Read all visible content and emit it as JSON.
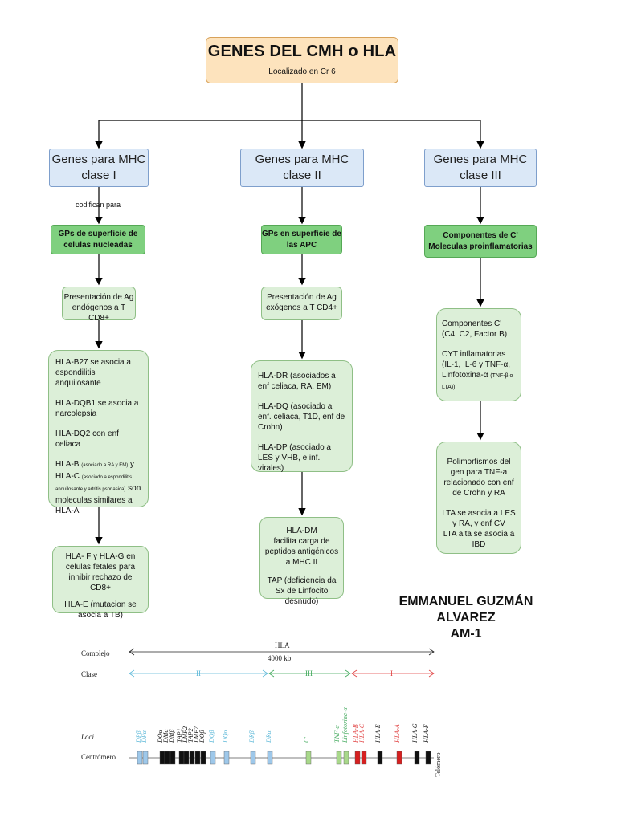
{
  "title": {
    "main": "GENES DEL CMH o HLA",
    "sub": "Localizado en Cr 6"
  },
  "classes": [
    {
      "label": "Genes para MHC clase I"
    },
    {
      "label": "Genes para MHC clase II"
    },
    {
      "label": "Genes para MHC clase III"
    }
  ],
  "codifican": "codifican para",
  "col1": {
    "green": "GPs de superficie de celulas nucleadas",
    "pres": "Presentación de Ag endógenos a T CD8+",
    "assoc": {
      "l1": "HLA-B27 se asocia a espondilitis anquilosante",
      "l2": "HLA-DQB1 se asocia a narcolepsia",
      "l3": "HLA-DQ2 con enf celiaca",
      "l4a": "HLA-B",
      "l4a_small": "(asociado a RA y EM)",
      "l4b": "y HLA-C",
      "l4b_small": "(asociado a espondilitis anquilosante y artritis psoriasica)",
      "l4c": "son moleculas similares a HLA-A"
    },
    "fg": {
      "l1": "HLA- F y HLA-G en celulas fetales para inhibir rechazo de CD8+",
      "l2": "HLA-E (mutacion se asocia a TB)"
    }
  },
  "col2": {
    "green": "GPs en superficie de las APC",
    "pres": "Presentación de Ag exógenos a T CD4+",
    "assoc": {
      "l1": "HLA-DR (asociados a enf celiaca, RA, EM)",
      "l2": "HLA-DQ (asociado a enf. celiaca, T1D, enf de Crohn)",
      "l3": "HLA-DP (asociado a LES y VHB, e inf. virales)"
    },
    "dm": {
      "l1": "HLA-DM",
      "l2": "facilita carga de peptidos antigénicos a MHC II",
      "l3": "TAP (deficiencia da Sx de Linfocito desnudo)"
    }
  },
  "col3": {
    "green": "Componentes de C' Moleculas proinflamatorias",
    "comp": {
      "l1": "Componentes C' (C4, C2, Factor B)",
      "l2": "CYT inflamatorias (IL-1, IL-6 y TNF-α, Linfotoxina-α",
      "l2_small": "(TNF-β o LTA))"
    },
    "poly": {
      "l1": "Polimorfismos del gen para TNF-a relacionado con enf de Crohn y RA",
      "l2": "LTA se asocia a LES y RA, y enf CV",
      "l3": "LTA alta se asocia a IBD"
    }
  },
  "author": {
    "name": "EMMANUEL GUZMÁN ALVAREZ",
    "group": "AM-1"
  },
  "map": {
    "row_labels": {
      "complejo": "Complejo",
      "clase": "Clase",
      "loci": "Loci",
      "centromero": "Centrómero"
    },
    "hla": "HLA",
    "size": "4000 kb",
    "class_labels": [
      "II",
      "III",
      "I"
    ],
    "telomero": "Telómero",
    "loci": [
      "DPβ",
      "DPα",
      "DOα",
      "DMα",
      "DMβ",
      "TAP1",
      "LMP2",
      "TAP2",
      "LMP7",
      "DOβ",
      "DQβ",
      "DQα",
      "DRβ",
      "DRα",
      "C'",
      "TNF-α",
      "Linfotoxina-α",
      "HLA-B",
      "HLA-C",
      "HLA-E",
      "HLA-A",
      "HLA-G",
      "HLA-F"
    ],
    "colors": {
      "classII": "#5cb8d8",
      "classIII": "#3fa85a",
      "classI": "#e04040",
      "black": "#111111",
      "blueBlock": "#9ec8ea",
      "greenBlock": "#a8d88a",
      "redBlock": "#d62020"
    }
  }
}
